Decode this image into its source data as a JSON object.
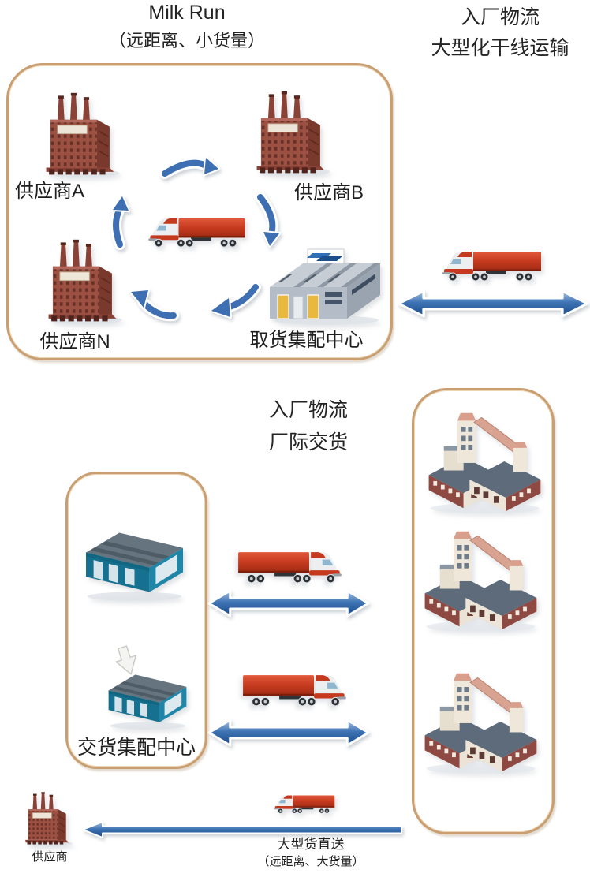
{
  "titles": {
    "milk_run": {
      "line1": "Milk Run",
      "line2": "（远距离、小货量）"
    },
    "inbound_trunk": {
      "line1": "入厂物流",
      "line2": "大型化干线运输"
    },
    "inbound_interplant": {
      "line1": "入厂物流",
      "line2": "厂际交货"
    }
  },
  "milk_run_box": {
    "supplier_a": "供应商A",
    "supplier_b": "供应商B",
    "supplier_n": "供应商N",
    "pickup_center": "取货集配中心"
  },
  "delivery_box": {
    "label": "交货集配中心"
  },
  "direct_shipment": {
    "supplier": "供应商",
    "caption_line1": "大型货直送",
    "caption_line2": "（远距离、大货量）"
  },
  "icons": {
    "factory": "factory-icon",
    "warehouse_gray": "pickup-warehouse-icon",
    "warehouse_blue": "delivery-warehouse-icon",
    "plant": "assembly-plant-icon",
    "truck": "truck-icon",
    "double_arrow": "double-arrow-icon",
    "curved_arrow": "curved-arrow-icon",
    "long_arrow": "left-arrow-icon",
    "down_arrow": "down-arrow-icon"
  },
  "colors": {
    "box_border": "#c99e71",
    "arrow_blue": "#3a6fb0",
    "arrow_blue_dark": "#1b4a87",
    "truck_red": "#c53a1f",
    "factory_brick": "#9b5042",
    "warehouse_teal": "#1f86a8",
    "plant_wall": "#ece5d8",
    "text": "#1f1f1f"
  }
}
